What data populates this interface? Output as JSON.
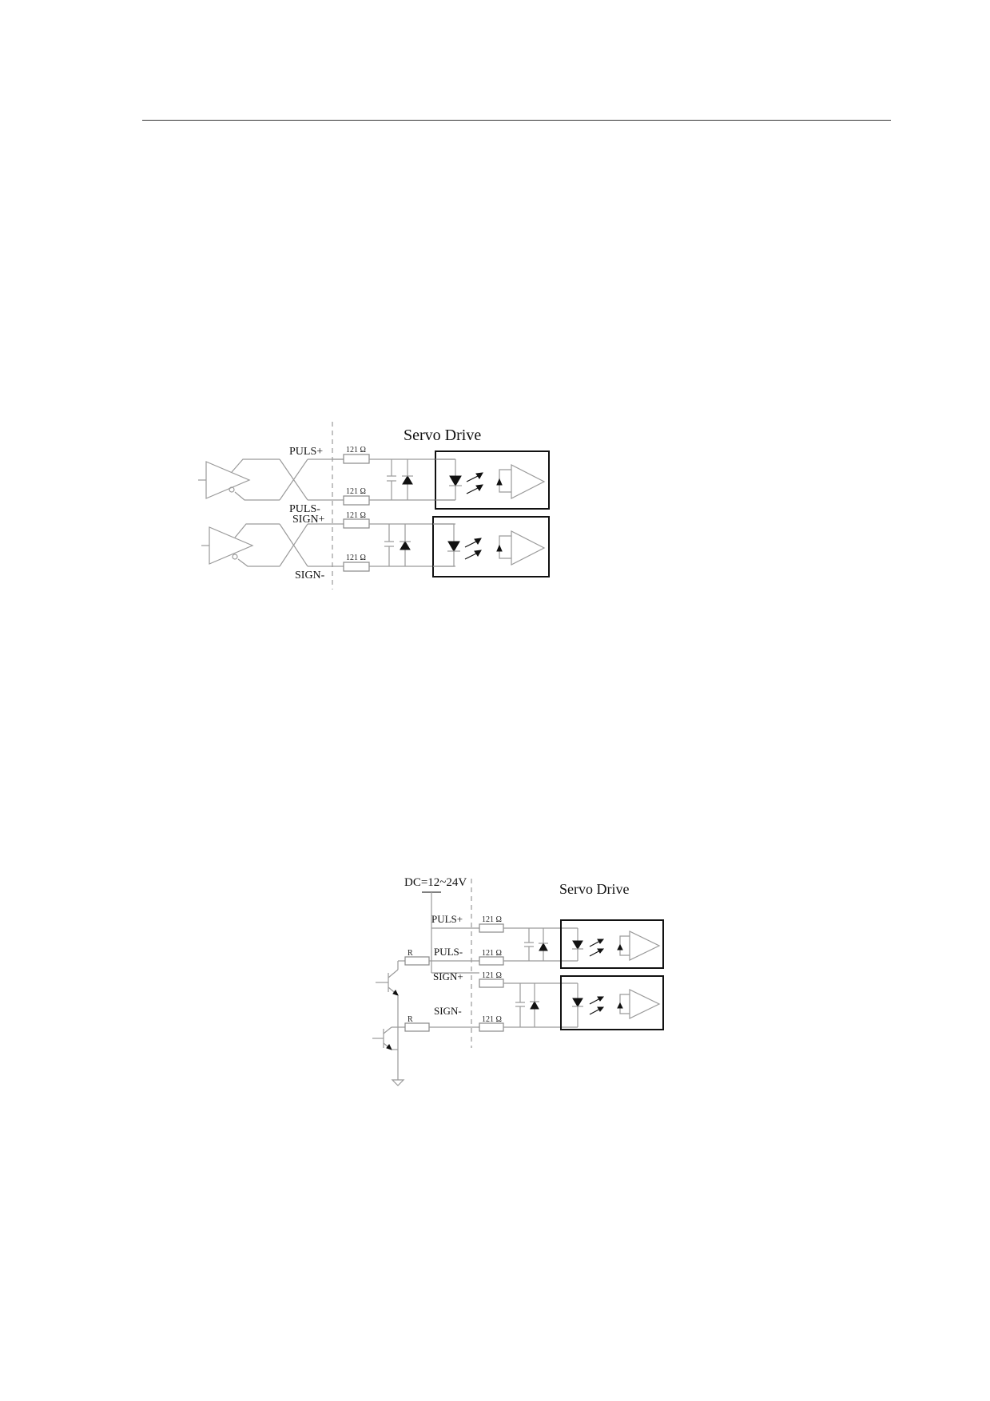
{
  "diagram1": {
    "title": "Servo Drive",
    "signals": [
      "PULS+",
      "PULS-",
      "SIGN+",
      "SIGN-"
    ],
    "resistor_label": "121 Ω"
  },
  "diagram2": {
    "supply": "DC=12~24V",
    "title": "Servo Drive",
    "signals": [
      "PULS+",
      "PULS-",
      "SIGN+",
      "SIGN-"
    ],
    "resistor_label": "121 Ω",
    "r_label": "R"
  },
  "colors": {
    "wire": "#9a9a9a",
    "box": "#111111"
  }
}
